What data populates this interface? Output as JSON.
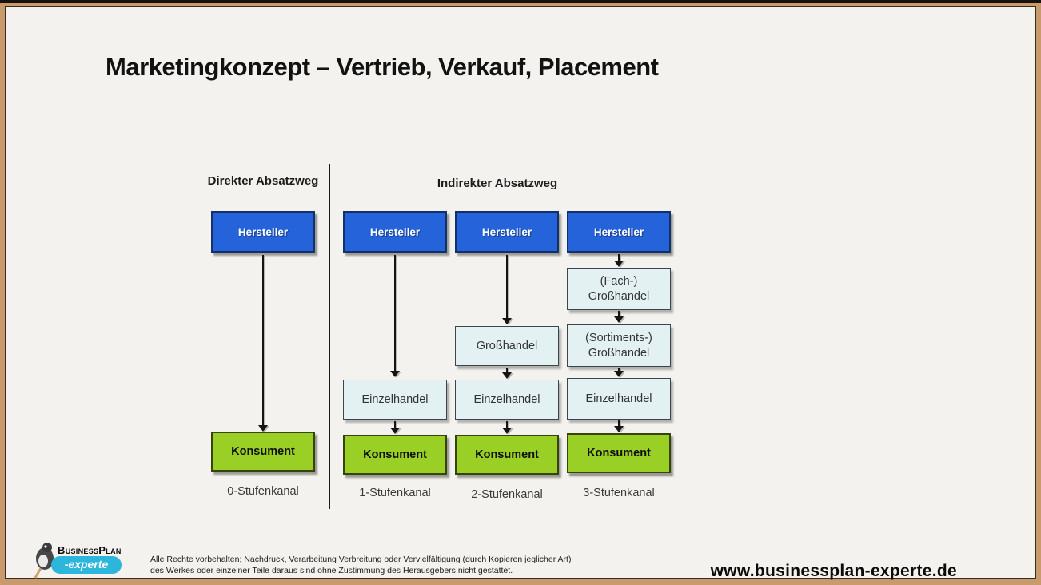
{
  "slide": {
    "title": "Marketingkonzept – Vertrieb, Verkauf, Placement"
  },
  "diagram": {
    "direct": {
      "header": "Direkter Absatzweg",
      "producer": "Hersteller",
      "consumer": "Konsument",
      "label": "0-Stufenkanal"
    },
    "indirect": {
      "header": "Indirekter Absatzweg",
      "channels": [
        {
          "label": "1-Stufenkanal",
          "nodes": [
            "Hersteller",
            "Einzelhandel",
            "Konsument"
          ]
        },
        {
          "label": "2-Stufenkanal",
          "nodes": [
            "Hersteller",
            "Großhandel",
            "Einzelhandel",
            "Konsument"
          ]
        },
        {
          "label": "3-Stufenkanal",
          "nodes": [
            "Hersteller",
            "(Fach-) Großhandel",
            "(Sortiments-) Großhandel",
            "Einzelhandel",
            "Konsument"
          ]
        }
      ]
    },
    "colors": {
      "producer_fill": "#2563DB",
      "intermediary_fill": "#E3F1F2",
      "consumer_fill": "#9AD026"
    }
  },
  "footer": {
    "logo": {
      "wordmark": "BusinessPlan",
      "suffix": "-experte",
      "accent_color": "#2DB6DC"
    },
    "copyright": [
      "Alle Rechte vorbehalten; Nachdruck, Verarbeitung Verbreitung oder Vervielfältigung (durch Kopieren jeglicher Art)",
      "des Werkes oder einzelner Teile daraus sind ohne Zustimmung des Herausgebers nicht gestattet."
    ],
    "website": "www.businessplan-experte.de"
  }
}
